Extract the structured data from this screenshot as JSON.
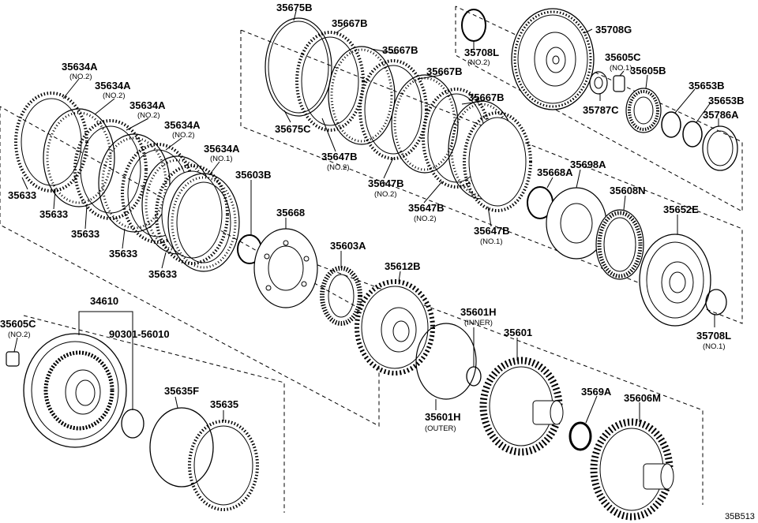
{
  "diagram": {
    "ref_code": "35B513",
    "labels": {
      "p35675B": "35675B",
      "p35667B_1": "35667B",
      "p35667B_2": "35667B",
      "p35667B_3": "35667B",
      "p35667B_4": "35667B",
      "p35675C": "35675C",
      "p35647B_1": "35647B",
      "p35647B_1_sub": "(NO.2)",
      "p35647B_2": "35647B",
      "p35647B_2_sub": "(NO.2)",
      "p35647B_3": "35647B",
      "p35647B_3_sub": "(NO.2)",
      "p35647B_4": "35647B",
      "p35647B_4_sub": "(NO.1)",
      "p35708L_top": "35708L",
      "p35708L_top_sub": "(NO.2)",
      "p35708G": "35708G",
      "p35605C_top": "35605C",
      "p35605C_top_sub": "(NO.1)",
      "p35605B": "35605B",
      "p35787C": "35787C",
      "p35653B_1": "35653B",
      "p35653B_2": "35653B",
      "p35786A": "35786A",
      "p35634A_1": "35634A",
      "p35634A_1_sub": "(NO.2)",
      "p35634A_2": "35634A",
      "p35634A_2_sub": "(NO.2)",
      "p35634A_3": "35634A",
      "p35634A_3_sub": "(NO.2)",
      "p35634A_4": "35634A",
      "p35634A_4_sub": "(NO.2)",
      "p35634A_5": "35634A",
      "p35634A_5_sub": "(NO.1)",
      "p35633_1": "35633",
      "p35633_2": "35633",
      "p35633_3": "35633",
      "p35633_4": "35633",
      "p35633_5": "35633",
      "p35603B": "35603B",
      "p35668": "35668",
      "p35603A": "35603A",
      "p35668A": "35668A",
      "p35698A": "35698A",
      "p35608N": "35608N",
      "p35652E": "35652E",
      "p35708L_bot": "35708L",
      "p35708L_bot_sub": "(NO.1)",
      "p35612B": "35612B",
      "p35601H_inner": "35601H",
      "p35601H_inner_sub": "(INNER)",
      "p35601": "35601",
      "p35601H_outer": "35601H",
      "p35601H_outer_sub": "(OUTER)",
      "p3569A": "3569A",
      "p35606M": "35606M",
      "p34610": "34610",
      "p90301": "90301-56010",
      "p35605C_bot": "35605C",
      "p35605C_bot_sub": "(NO.2)",
      "p35635F": "35635F",
      "p35635": "35635"
    }
  }
}
